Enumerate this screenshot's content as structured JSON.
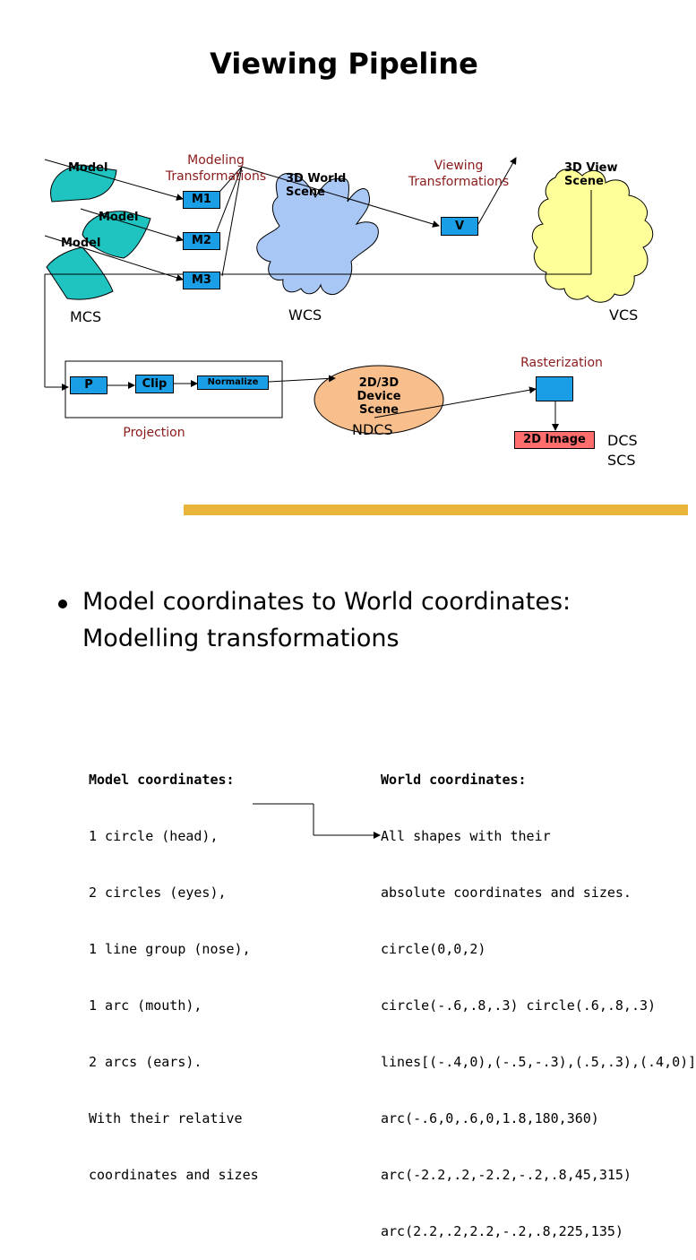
{
  "title": "Viewing Pipeline",
  "diagram": {
    "model_labels": [
      "Model",
      "Model",
      "Model"
    ],
    "modeling_transformations": [
      "Modeling",
      "Transformations"
    ],
    "m_boxes": [
      "M1",
      "M2",
      "M3"
    ],
    "world_scene": [
      "3D World",
      "Scene"
    ],
    "viewing_transformations": [
      "Viewing",
      "Transformations"
    ],
    "v_box": "V",
    "view_scene": [
      "3D View",
      "Scene"
    ],
    "mcs": "MCS",
    "wcs": "WCS",
    "vcs": "VCS",
    "p_box": "P",
    "clip_box": "Clip",
    "normalize_box": "Normalize",
    "projection": "Projection",
    "device_scene": [
      "2D/3D",
      "Device",
      "Scene"
    ],
    "ndcs": "NDCS",
    "rasterization": "Rasterization",
    "image_box": "2D Image",
    "dcs": "DCS",
    "scs": "SCS",
    "colors": {
      "blob": "#1fc3c0",
      "hand": "#a9c7f5",
      "view": "#ffff99",
      "ellipse": "#f8bf8c",
      "box": "#1a9fe6",
      "image_box": "#ff6d6d",
      "divider": "#e8b53a",
      "red_text": "#8b1a1a"
    }
  },
  "bullet": {
    "line1": "Model coordinates to World coordinates:",
    "line2": "Modelling transformations"
  },
  "model_coords": {
    "heading": "Model coordinates:",
    "lines": [
      "1 circle (head),",
      "2 circles (eyes),",
      "1 line group (nose),",
      "1 arc (mouth),",
      "2 arcs (ears).",
      "With their relative",
      "coordinates and sizes"
    ]
  },
  "world_coords": {
    "heading": "World coordinates:",
    "lines": [
      "All shapes with their",
      "absolute coordinates and sizes.",
      "circle(0,0,2)",
      "circle(-.6,.8,.3) circle(.6,.8,.3)",
      "lines[(-.4,0),(-.5,-.3),(.5,.3),(.4,0)]",
      "arc(-.6,0,.6,0,1.8,180,360)",
      "arc(-2.2,.2,-2.2,-.2,.8,45,315)",
      "arc(2.2,.2,2.2,-.2,.8,225,135)"
    ]
  }
}
